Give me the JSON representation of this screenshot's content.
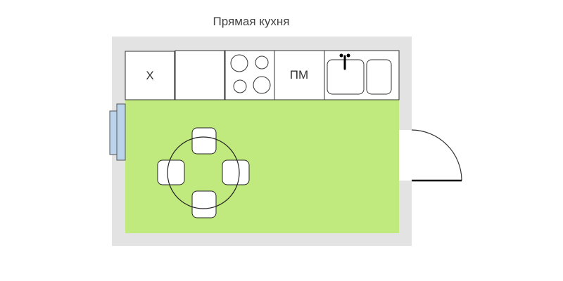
{
  "title": "Прямая кухня",
  "cabinets": [
    {
      "id": "fridge",
      "label": "Х"
    },
    {
      "id": "counter",
      "label": ""
    },
    {
      "id": "hob",
      "label": ""
    },
    {
      "id": "dishwasher",
      "label": "ПМ"
    },
    {
      "id": "sink",
      "label": ""
    }
  ],
  "colors": {
    "wall": "#e3e3e3",
    "floor": "#c0ea7e",
    "window": "#bcd3ec",
    "stroke": "#333333"
  }
}
